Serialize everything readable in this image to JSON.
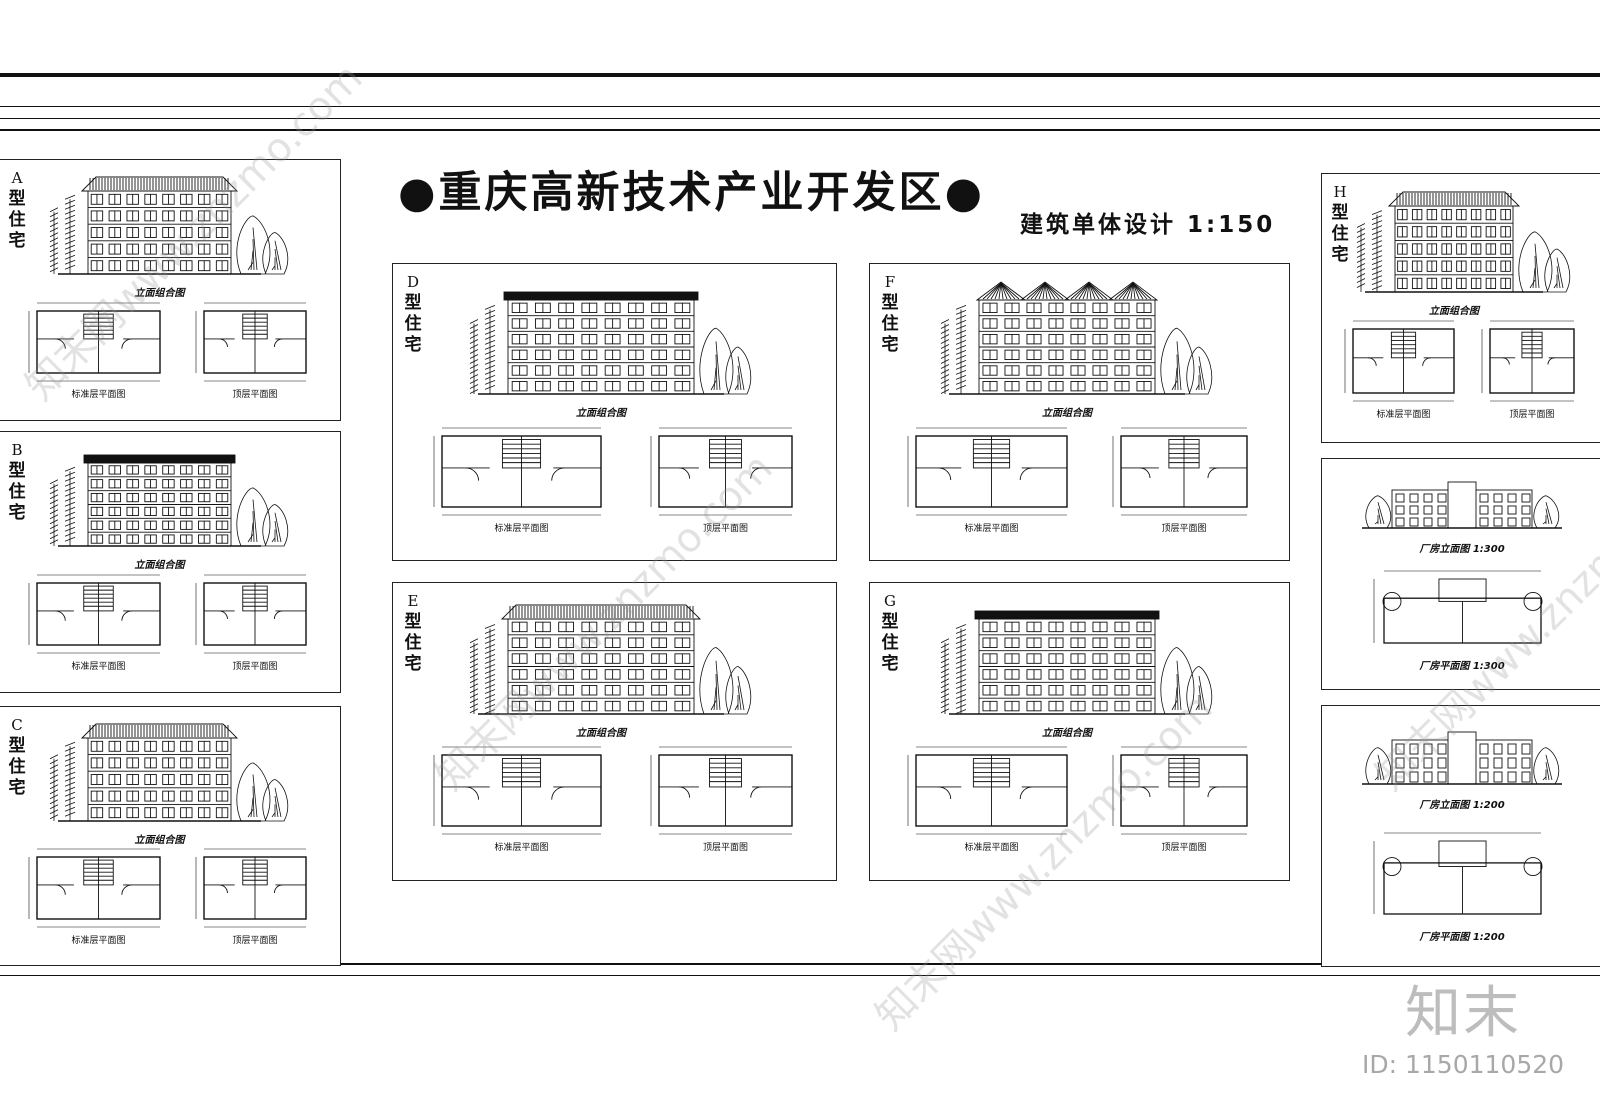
{
  "title": "●重庆高新技术产业开发区●",
  "subtitle": "建筑单体设计 1:150",
  "residential_panels": [
    {
      "type": "A",
      "label": "型住宅",
      "elevation": "立面组合图",
      "plan1": "标准层平面图",
      "plan2": "顶层平面图"
    },
    {
      "type": "B",
      "label": "型住宅",
      "elevation": "立面组合图",
      "plan1": "标准层平面图",
      "plan2": "顶层平面图"
    },
    {
      "type": "C",
      "label": "型住宅",
      "elevation": "立面组合图",
      "plan1": "标准层平面图",
      "plan2": "顶层平面图"
    },
    {
      "type": "D",
      "label": "型住宅",
      "elevation": "立面组合图",
      "plan1": "标准层平面图",
      "plan2": "顶层平面图"
    },
    {
      "type": "E",
      "label": "型住宅",
      "elevation": "立面组合图",
      "plan1": "标准层平面图",
      "plan2": "顶层平面图"
    },
    {
      "type": "F",
      "label": "型住宅",
      "elevation": "立面组合图",
      "plan1": "标准层平面图",
      "plan2": "顶层平面图"
    },
    {
      "type": "G",
      "label": "型住宅",
      "elevation": "立面组合图",
      "plan1": "标准层平面图",
      "plan2": "顶层平面图"
    },
    {
      "type": "H",
      "label": "型住宅",
      "elevation": "立面组合图",
      "plan1": "标准层平面图",
      "plan2": "顶层平面图"
    }
  ],
  "factory_panels": [
    {
      "elevation": "厂房立面图 1:300",
      "plan": "厂房平面图 1:300"
    },
    {
      "elevation": "厂房立面图 1:200",
      "plan": "厂房平面图 1:200"
    }
  ],
  "watermark": {
    "text": "知末网www.znzmo.com",
    "logo": "知末",
    "id": "ID: 1150110520"
  }
}
